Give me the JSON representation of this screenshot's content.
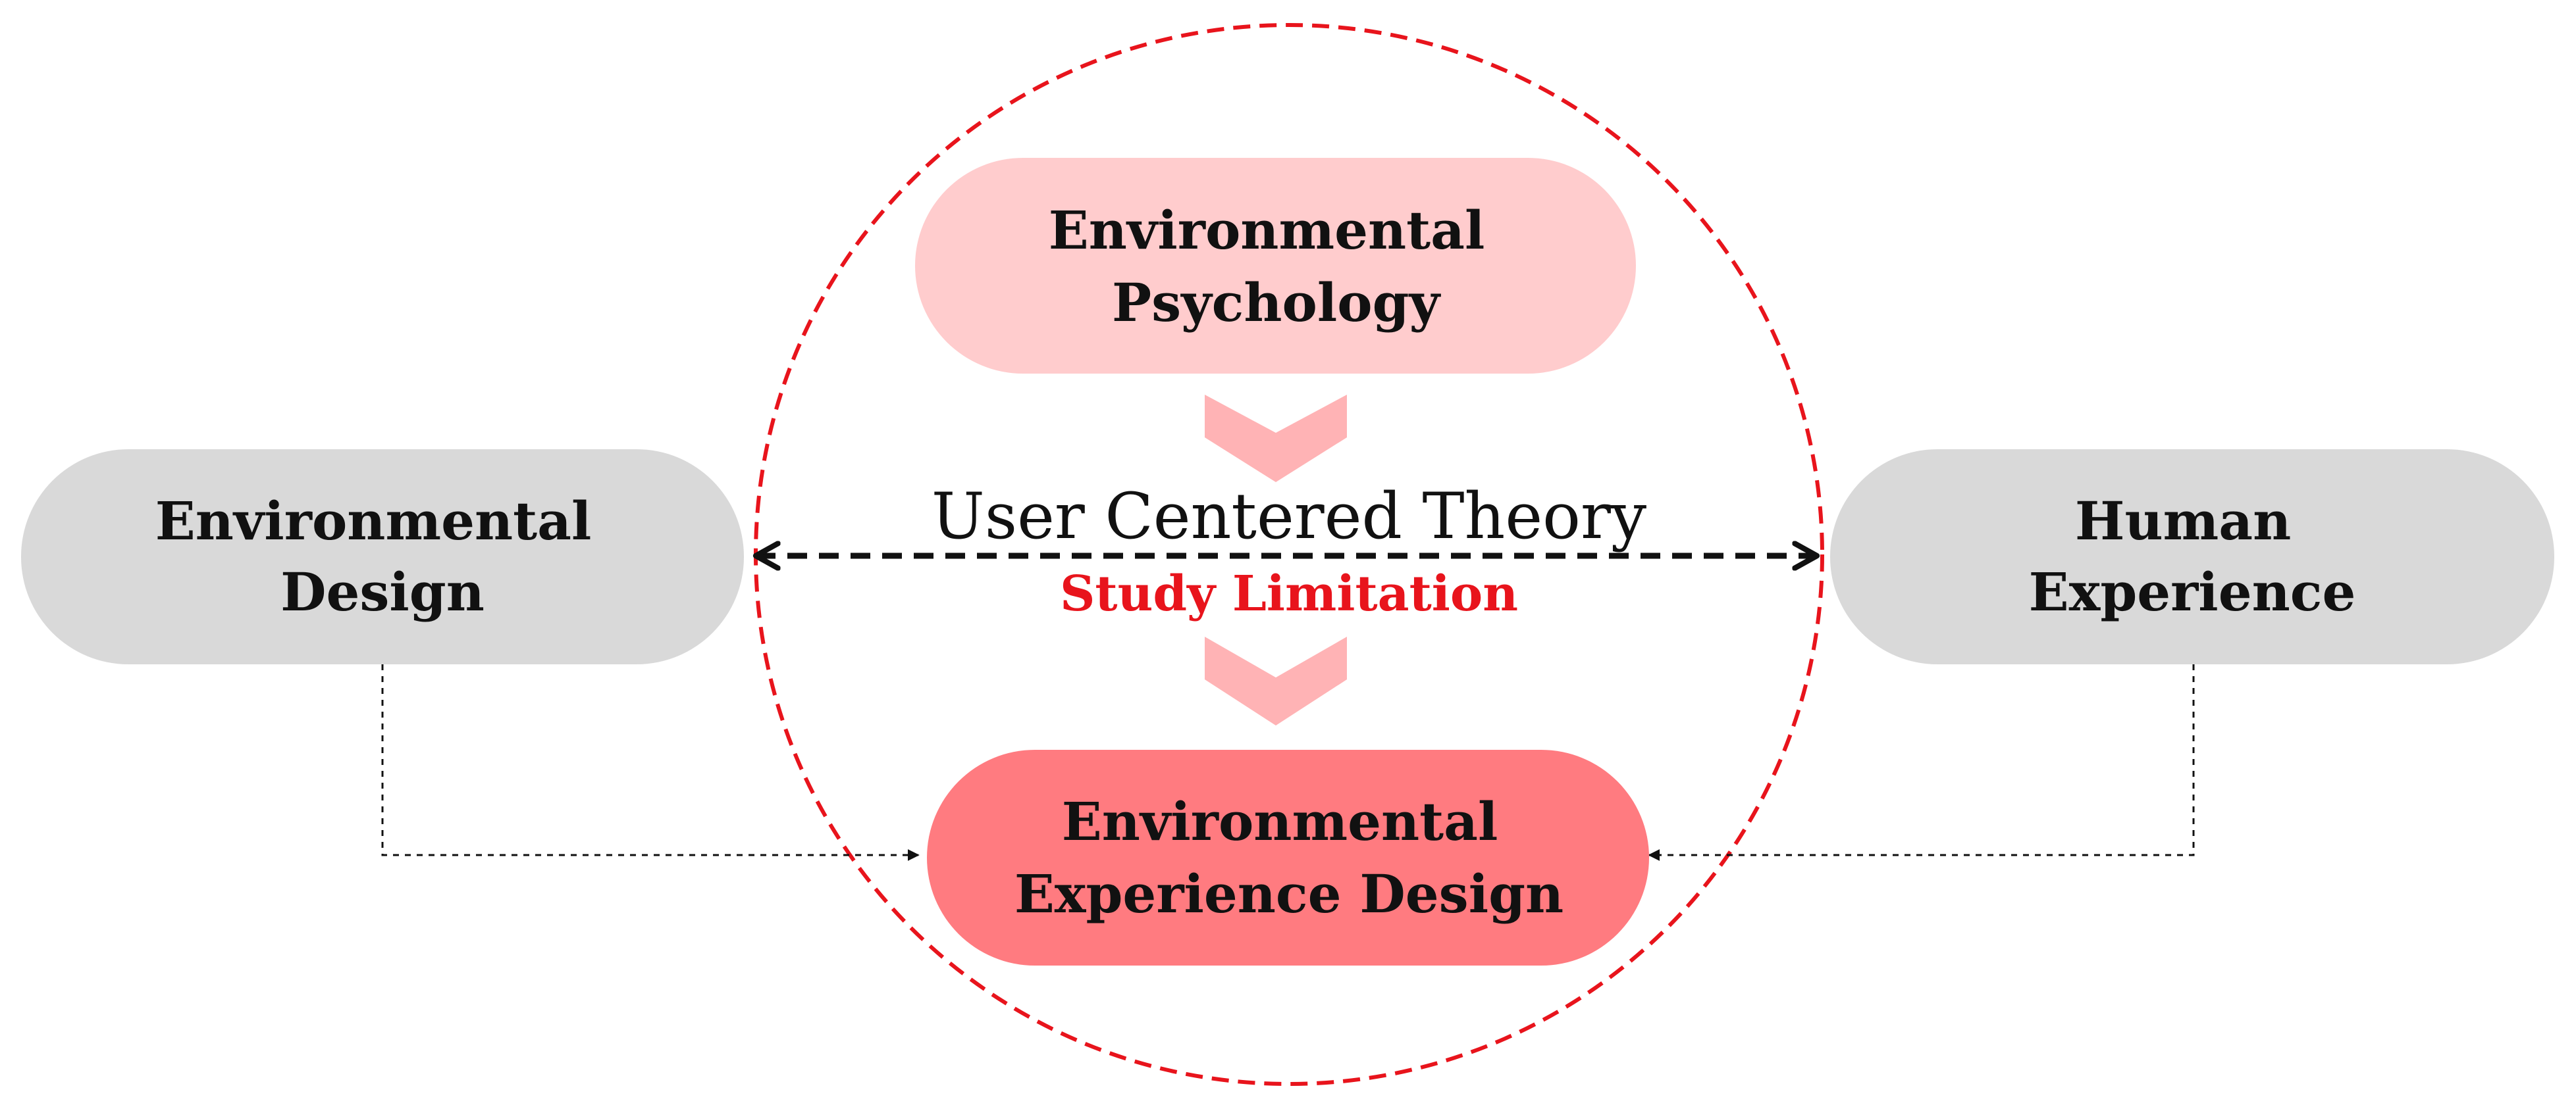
{
  "nodes": {
    "environmental_psychology": {
      "line1": "Environmental",
      "line2": "Psychology"
    },
    "environmental_design": {
      "line1": "Environmental",
      "line2": "Design"
    },
    "human_experience": {
      "line1": "Human",
      "line2": "Experience"
    },
    "environmental_experience_design": {
      "line1": "Environmental",
      "line2": "Experience Design"
    }
  },
  "center_label": "User Centered Theory",
  "boundary_label": "Study Limitation",
  "colors": {
    "psychology_fill": "#ffcccd",
    "outcome_fill": "#ff7b80",
    "side_fill": "#d9d9d9",
    "chevron_fill": "#ffb3b5",
    "boundary_red": "#e8141c",
    "text": "#111111"
  }
}
